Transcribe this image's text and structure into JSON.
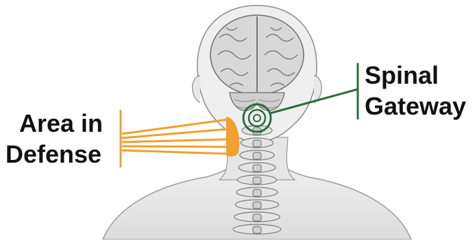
{
  "labels": {
    "area_in_defense": [
      "Area in",
      "Defense"
    ],
    "spinal_gateway": [
      "Spinal",
      "Gateway"
    ]
  },
  "colors": {
    "defense_accent": "#f0a02c",
    "gateway_accent": "#2e6b3a",
    "illustration_line": "#8a8a8a",
    "illustration_fill": "#e9e9e9",
    "text": "#111111"
  },
  "icons": {
    "gateway_marker": "concentric-circles-icon",
    "defense_marker": "fan-lines-icon"
  }
}
